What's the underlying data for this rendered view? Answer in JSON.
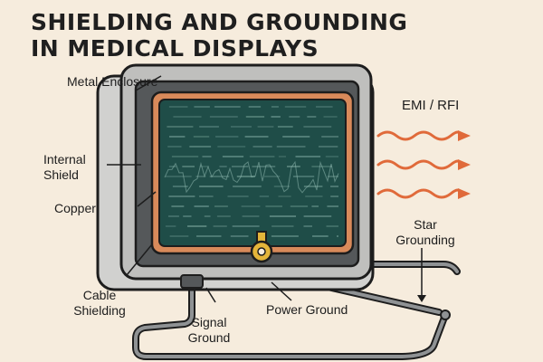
{
  "title": {
    "line1": "SHIELDING AND GROUNDING",
    "line2": "IN MEDICAL DISPLAYS"
  },
  "labels": {
    "metal_enclosure": "Metal Enclosure",
    "internal_shield_line1": "Internal",
    "internal_shield_line2": "Shield",
    "copper": "Copper",
    "cable_shielding_line1": "Cable",
    "cable_shielding_line2": "Shielding",
    "signal_ground_line1": "Signal",
    "signal_ground_line2": "Ground",
    "power_ground": "Power Ground",
    "star_grounding_line1": "Star",
    "star_grounding_line2": "Grounding",
    "emi_rfi": "EMI / RFI"
  },
  "colors": {
    "background": "#f6ecdd",
    "enclosure": "#bfbfbd",
    "inner_frame": "#55585a",
    "copper": "#d98a5a",
    "screen": "#1f4d48",
    "wave": "#e06a3a",
    "ground_lug": "#e4b53a",
    "outline": "#1d1d1d"
  }
}
